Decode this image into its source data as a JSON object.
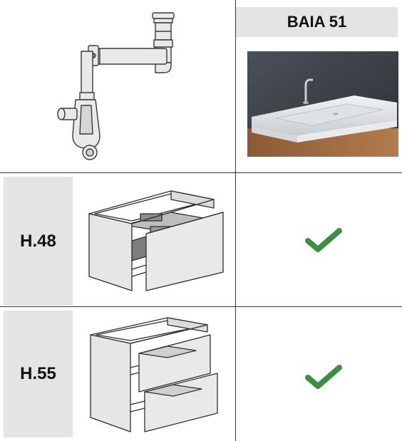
{
  "header": {
    "title": "BAIA 51"
  },
  "rows": [
    {
      "label": "H.48",
      "compatible": true
    },
    {
      "label": "H.55",
      "compatible": true
    }
  ],
  "icons": {
    "siphon": "siphon-drawing-icon",
    "basin": "washbasin-photo",
    "cabinet_one_drawer": "cabinet-one-drawer-icon",
    "cabinet_two_drawers": "cabinet-two-drawers-icon",
    "check": "checkmark-icon"
  },
  "colors": {
    "check": "#3e8e41",
    "cell_fill": "#e4e4e4",
    "line": "#333333"
  }
}
